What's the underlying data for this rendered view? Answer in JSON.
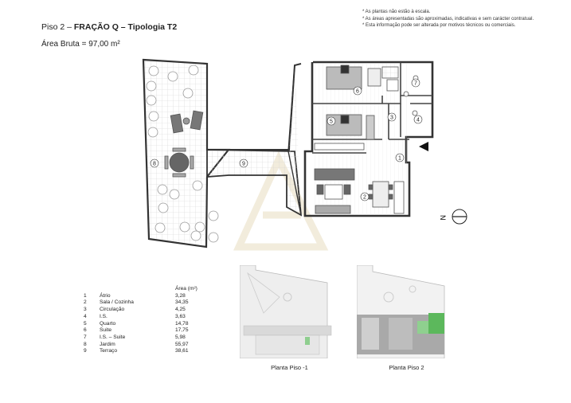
{
  "header": {
    "piso": "Piso 2 –",
    "fracao": "FRAÇÃO Q – Tipologia T2",
    "area_bruta": "Área Bruta = 97,00 m²"
  },
  "notes": [
    "* As plantas não estão à escala.",
    "* As áreas apresentadas são aproximadas, indicativas e sem carácter contratual.",
    "* Esta informação pode ser alterada por motivos técnicos ou comerciais."
  ],
  "plan": {
    "room_numbers": [
      "1",
      "2",
      "3",
      "4",
      "5",
      "6",
      "7",
      "8",
      "9"
    ],
    "north_label": "N"
  },
  "areas_table": {
    "header": "Área (m²)",
    "rows": [
      {
        "n": "1",
        "label": "Átrio",
        "value": "3,28"
      },
      {
        "n": "2",
        "label": "Sala / Cozinha",
        "value": "34,35"
      },
      {
        "n": "3",
        "label": "Circulação",
        "value": "4,25"
      },
      {
        "n": "4",
        "label": "I.S.",
        "value": "3,63"
      },
      {
        "n": "5",
        "label": "Quarto",
        "value": "14,78"
      },
      {
        "n": "6",
        "label": "Suite",
        "value": "17,75"
      },
      {
        "n": "7",
        "label": "I.S. – Suite",
        "value": "5,98"
      },
      {
        "n": "8",
        "label": "Jardim",
        "value": "55,97"
      },
      {
        "n": "9",
        "label": "Terraço",
        "value": "38,61"
      }
    ]
  },
  "thumbnails": [
    {
      "caption": "Planta Piso -1"
    },
    {
      "caption": "Planta Piso 2"
    }
  ],
  "colors": {
    "wall": "#333333",
    "grid": "#d4d4d4",
    "highlight_green": "#5cb85c",
    "watermark": "#e8dcc0"
  }
}
